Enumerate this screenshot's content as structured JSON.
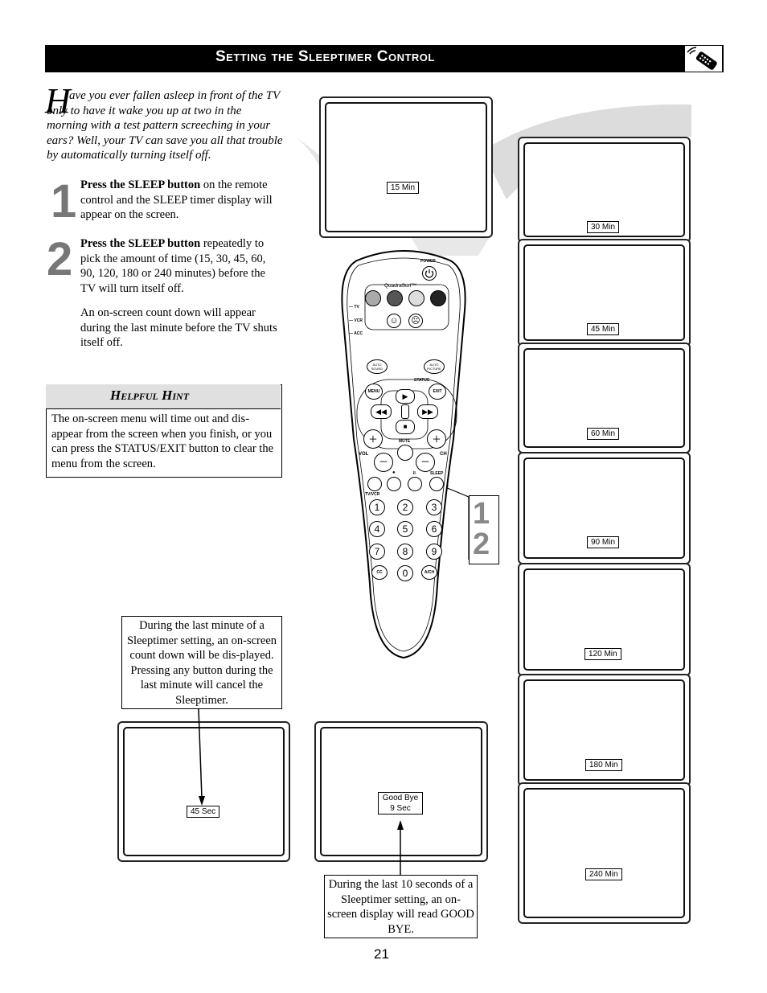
{
  "header": {
    "title": "Setting the Sleeptimer Control",
    "icon": "remote-control-icon"
  },
  "intro": {
    "drop_cap": "H",
    "text": "ave you ever fallen asleep in front of the TV only to have it wake you up at two in the morning with a test pattern screeching in your ears? Well, your TV can save you all that trouble by automatically turning itself off."
  },
  "steps": [
    {
      "number": "1",
      "bold": "Press the SLEEP button",
      "text": " on the remote control and the SLEEP timer display will appear on the screen."
    },
    {
      "number": "2",
      "bold": "Press the SLEEP button",
      "text": " repeatedly to pick the amount of time (15, 30, 45, 60, 90, 120, 180 or 240 minutes) before the TV will turn itself off."
    }
  ],
  "step2_extra": "An on-screen count down will appear during the last minute before the TV shuts itself off.",
  "hint": {
    "title": "Helpful Hint",
    "text": "The on-screen menu will time out and dis-appear from the screen when you finish, or you can press the STATUS/EXIT button to clear the menu from the screen."
  },
  "screens": {
    "first": "15 Min",
    "stack": [
      "30 Min",
      "45 Min",
      "60 Min",
      "90 Min",
      "120 Min",
      "180 Min",
      "240 Min"
    ],
    "countdown": "45 Sec",
    "goodbye_line1": "Good Bye",
    "goodbye_line2": "9 Sec"
  },
  "callouts": {
    "last_minute": "During the last minute of a Sleeptimer setting, an on-screen count down will be dis-played. Pressing any button during the last minute will cancel the Sleeptimer.",
    "last_seconds": "During the last 10 seconds of a Sleeptimer setting, an on-screen display will read GOOD BYE."
  },
  "remote": {
    "power": "POWER",
    "brand": "QuadraSurf™",
    "modes": [
      "TV",
      "VCR",
      "ACC"
    ],
    "auto_sound": "AUTO SOUND",
    "auto_picture": "AUTO PICTURE",
    "status": "STATUS",
    "menu": "MENU",
    "exit": "EXIT",
    "mute": "MUTE",
    "vol": "VOL",
    "ch": "CH",
    "tvvcr": "TV/VCR",
    "sleep": "SLEEP",
    "pause": "II",
    "digits": [
      "1",
      "2",
      "3",
      "4",
      "5",
      "6",
      "7",
      "8",
      "9"
    ],
    "zero": "0",
    "cc": "CC",
    "ach": "A/CH"
  },
  "step_markers": [
    "1",
    "2"
  ],
  "page_number": "21"
}
